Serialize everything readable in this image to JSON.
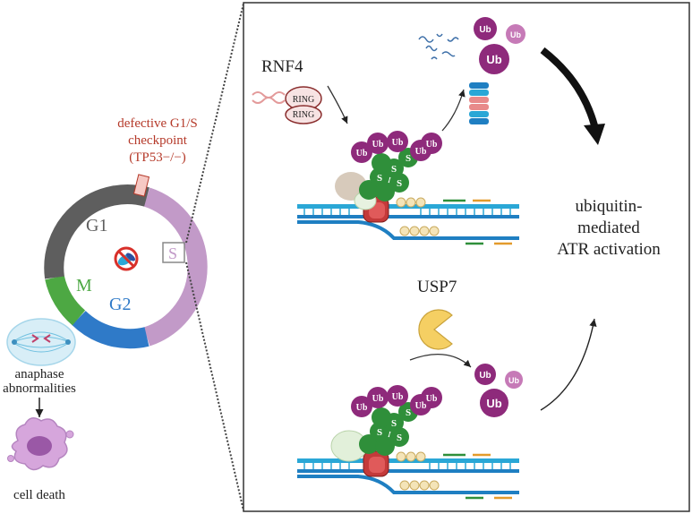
{
  "cell_cycle": {
    "phases": {
      "g1": "G1",
      "s": "S",
      "g2": "G2",
      "m": "M"
    },
    "checkpoint": {
      "line1": "defective G1/S",
      "line2": "checkpoint",
      "line3": "(TP53−/−)"
    }
  },
  "outcomes": {
    "anaphase_line1": "anaphase",
    "anaphase_line2": "abnormalities",
    "cell_death": "cell death"
  },
  "panel": {
    "rnf4": "RNF4",
    "ring": "RING",
    "usp7": "USP7",
    "ub": "Ub",
    "s": "S",
    "result_line1": "ubiquitin-",
    "result_line2": "mediated",
    "result_line3": "ATR activation"
  },
  "colors": {
    "g1": "#5e5e5e",
    "s_phase": "#c29ac8",
    "g2": "#2f7ac8",
    "m": "#4da843",
    "checkpoint_text": "#b53a2a",
    "ub": "#8e2a7b",
    "sumo": "#2f8f3a",
    "dna_blue": "#2aa7d6"
  },
  "icons": {
    "inhibited_centrosome": "red-prohibition-sign",
    "proteasome": "barrel-stack",
    "usp7": "pacman-enzyme"
  }
}
